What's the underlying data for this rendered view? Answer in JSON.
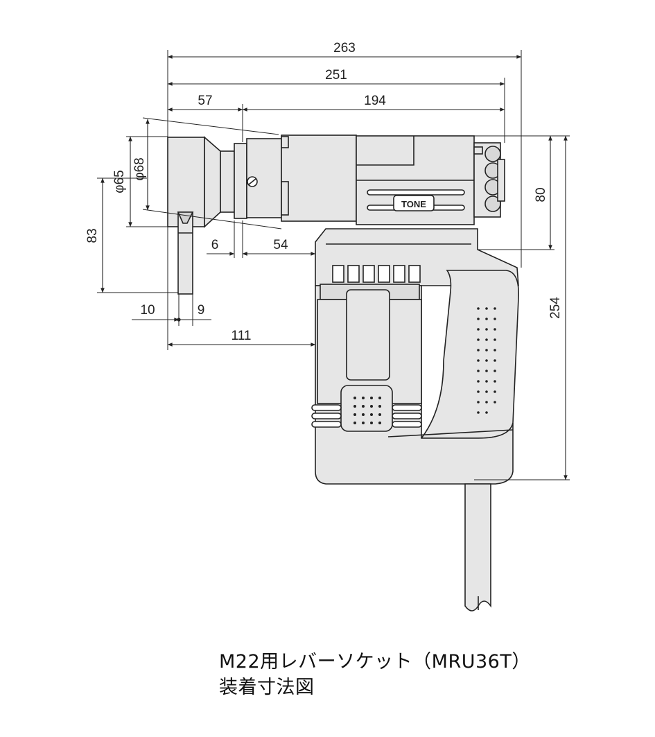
{
  "colors": {
    "body": "#e6e6e6",
    "outline": "#222222",
    "cable": "#e6e6e6"
  },
  "brand": "TONE",
  "dimensions": {
    "overall_length": "263",
    "body_length": "251",
    "socket_length": "57",
    "rear_length": "194",
    "phi_outer": "φ68",
    "phi_inner": "φ65",
    "height_83": "83",
    "head_height": "80",
    "total_height": "254",
    "gap_6": "6",
    "reach_54": "54",
    "lever_10": "10",
    "lever_9": "9",
    "to_grip": "111"
  },
  "caption": {
    "line1": "M22用レバーソケット（MRU36T）",
    "line2": "装着寸法図"
  }
}
